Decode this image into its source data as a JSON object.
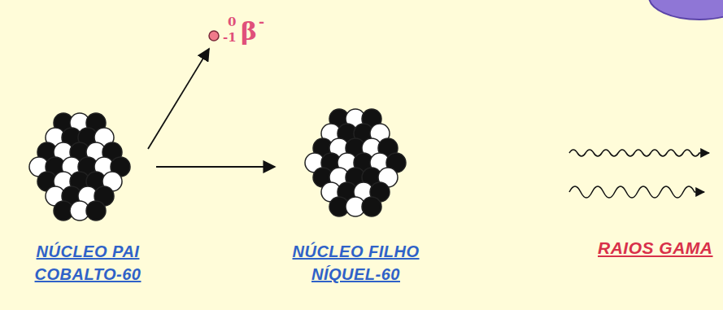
{
  "diagram": {
    "nodes": [
      {
        "text": [
          "NÚCLEO PAI COBALTO-60"
        ]
      },
      {
        "text": [
          "NÚCLEO FILHO NÍQUEL-60"
        ]
      },
      {
        "text": [
          "0",
          "-1",
          "β",
          "-"
        ]
      }
    ],
    "edges": [
      {
        "from": 0,
        "to": 1,
        "arrow": "to"
      },
      {
        "from": 0,
        "to": 2,
        "arrow": "to"
      }
    ],
    "labels": [
      "RAIOS GAMA"
    ]
  }
}
